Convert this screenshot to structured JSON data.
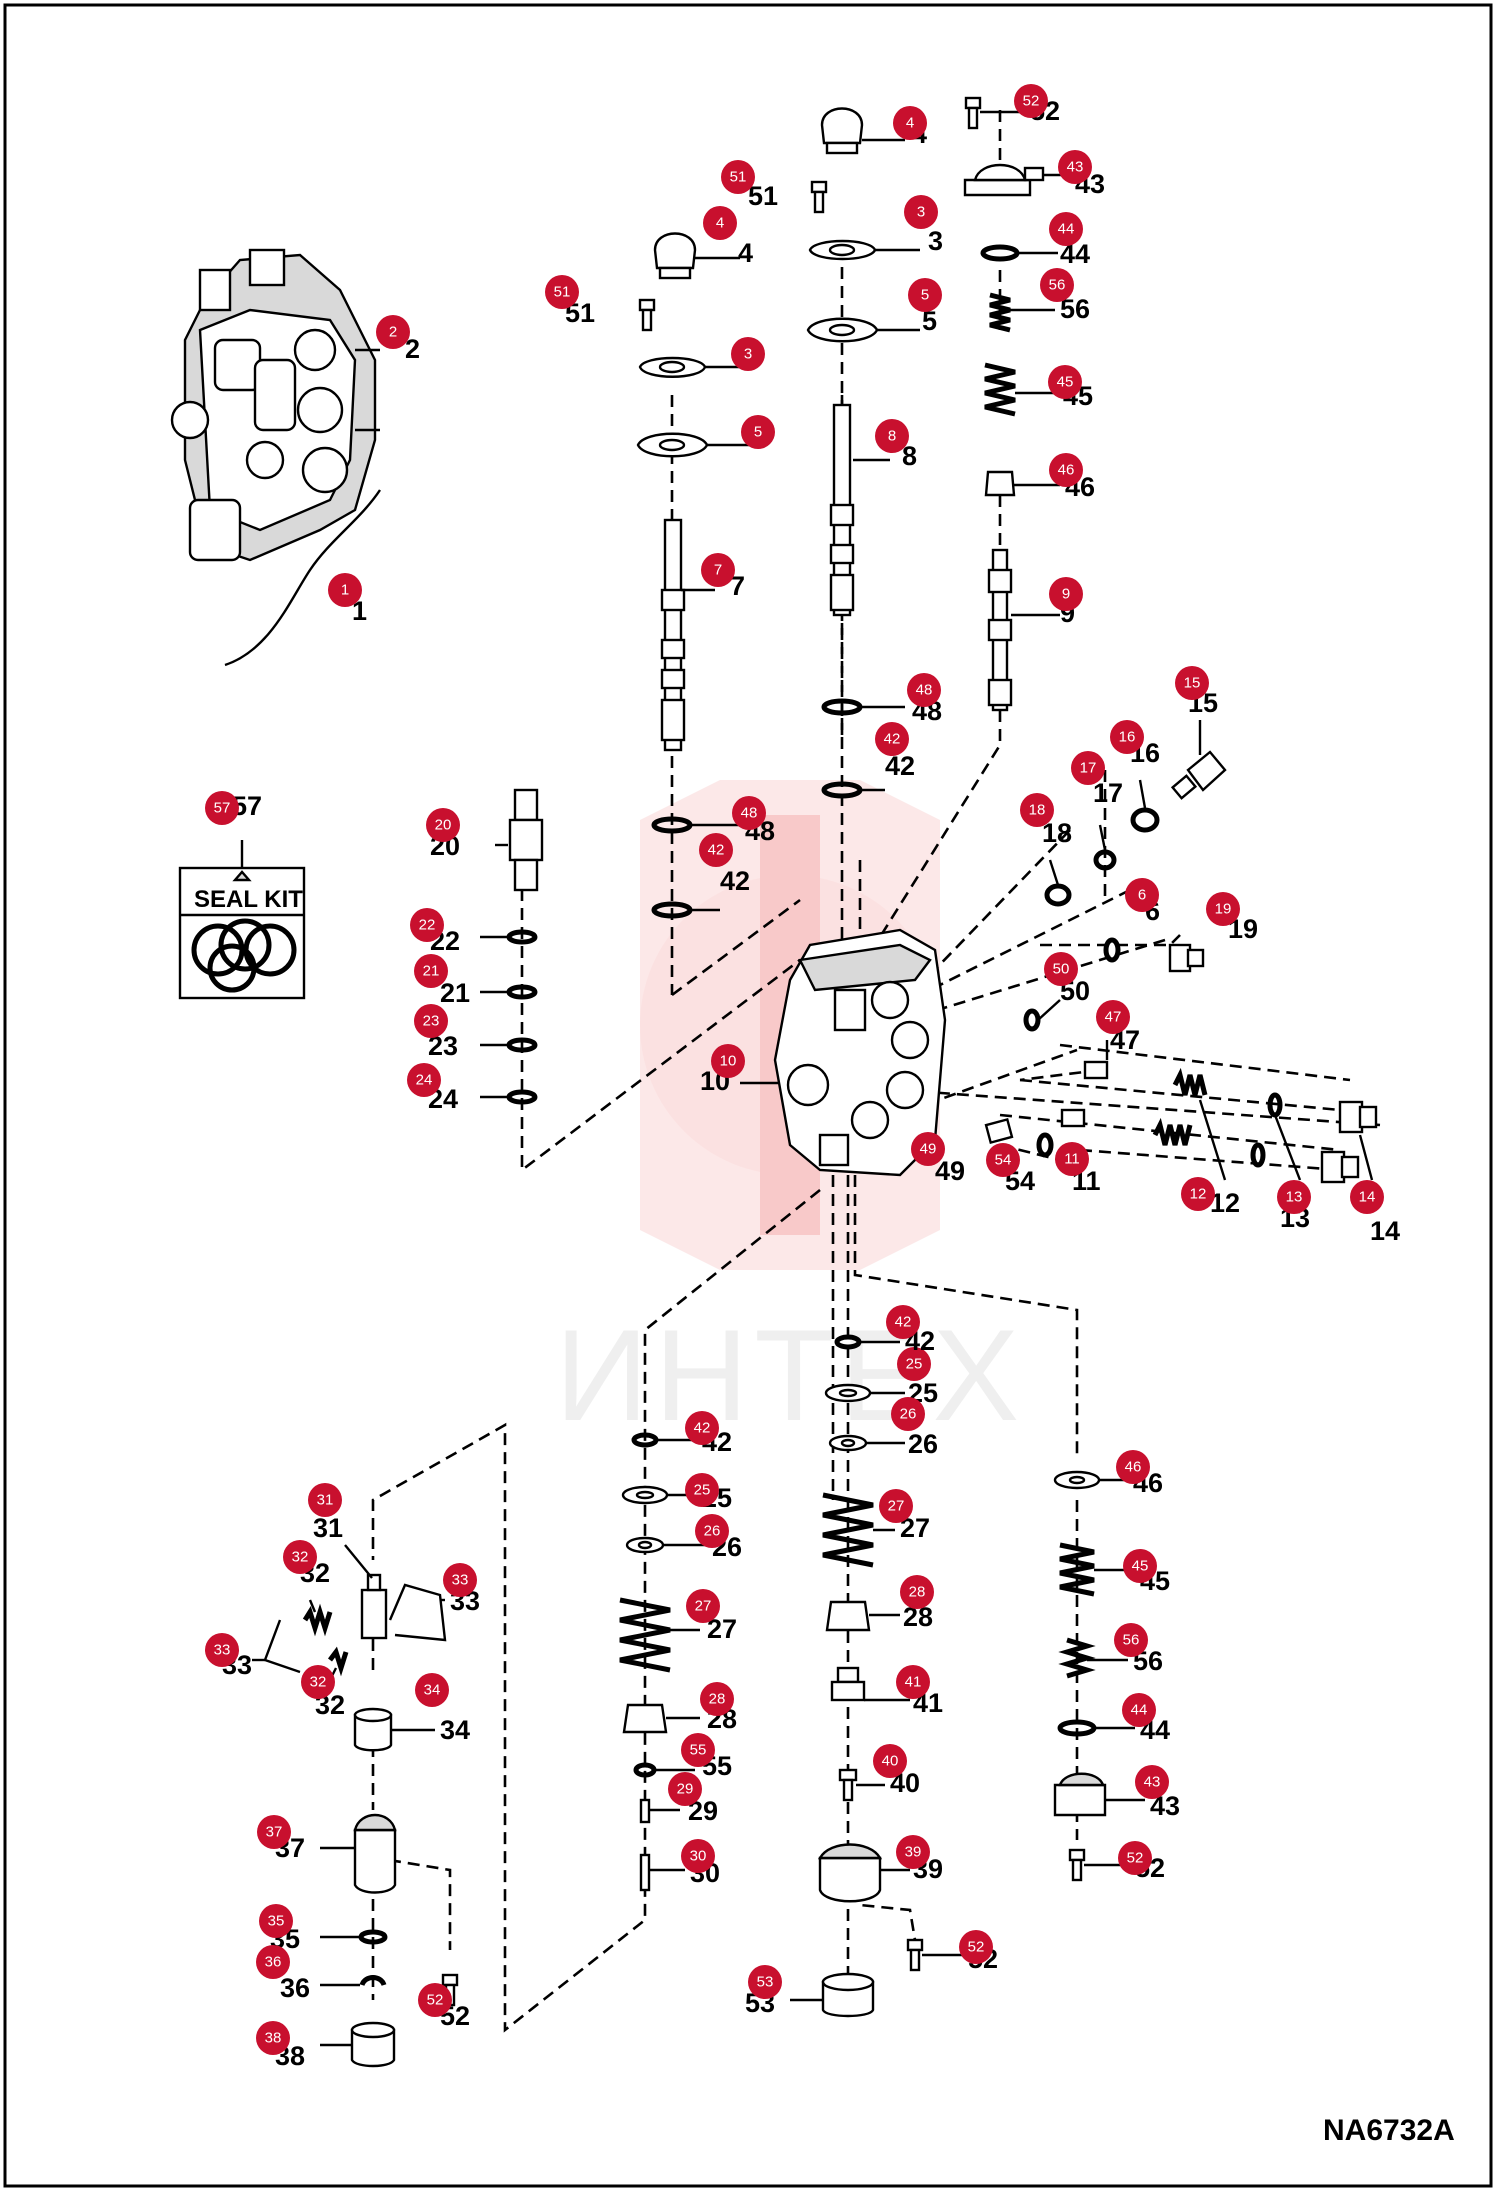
{
  "drawing_code": "NA6732A",
  "watermark": "ИНТЕХ",
  "seal_kit_label": "SEAL KIT",
  "callouts": [
    {
      "id": "c1",
      "num": "1"
    },
    {
      "id": "c2",
      "num": "2"
    },
    {
      "id": "c3a",
      "num": "3"
    },
    {
      "id": "c3b",
      "num": "3"
    },
    {
      "id": "c4a",
      "num": "4"
    },
    {
      "id": "c4b",
      "num": "4"
    },
    {
      "id": "c5a",
      "num": "5"
    },
    {
      "id": "c5b",
      "num": "5"
    },
    {
      "id": "c6",
      "num": "6"
    },
    {
      "id": "c7",
      "num": "7"
    },
    {
      "id": "c8",
      "num": "8"
    },
    {
      "id": "c9",
      "num": "9"
    },
    {
      "id": "c10",
      "num": "10"
    },
    {
      "id": "c11",
      "num": "11"
    },
    {
      "id": "c12",
      "num": "12"
    },
    {
      "id": "c13",
      "num": "13"
    },
    {
      "id": "c14",
      "num": "14"
    },
    {
      "id": "c15",
      "num": "15"
    },
    {
      "id": "c16",
      "num": "16"
    },
    {
      "id": "c17",
      "num": "17"
    },
    {
      "id": "c18",
      "num": "18"
    },
    {
      "id": "c19",
      "num": "19"
    },
    {
      "id": "c20",
      "num": "20"
    },
    {
      "id": "c21",
      "num": "21"
    },
    {
      "id": "c22",
      "num": "22"
    },
    {
      "id": "c23",
      "num": "23"
    },
    {
      "id": "c24",
      "num": "24"
    },
    {
      "id": "c25a",
      "num": "25"
    },
    {
      "id": "c25b",
      "num": "25"
    },
    {
      "id": "c26a",
      "num": "26"
    },
    {
      "id": "c26b",
      "num": "26"
    },
    {
      "id": "c27a",
      "num": "27"
    },
    {
      "id": "c27b",
      "num": "27"
    },
    {
      "id": "c28a",
      "num": "28"
    },
    {
      "id": "c28b",
      "num": "28"
    },
    {
      "id": "c29",
      "num": "29"
    },
    {
      "id": "c30",
      "num": "30"
    },
    {
      "id": "c31",
      "num": "31"
    },
    {
      "id": "c32a",
      "num": "32"
    },
    {
      "id": "c32b",
      "num": "32"
    },
    {
      "id": "c33a",
      "num": "33"
    },
    {
      "id": "c33b",
      "num": "33"
    },
    {
      "id": "c34",
      "num": "34"
    },
    {
      "id": "c35",
      "num": "35"
    },
    {
      "id": "c36",
      "num": "36"
    },
    {
      "id": "c37",
      "num": "37"
    },
    {
      "id": "c38",
      "num": "38"
    },
    {
      "id": "c39",
      "num": "39"
    },
    {
      "id": "c40",
      "num": "40"
    },
    {
      "id": "c41",
      "num": "41"
    },
    {
      "id": "c42a",
      "num": "42"
    },
    {
      "id": "c42b",
      "num": "42"
    },
    {
      "id": "c42c",
      "num": "42"
    },
    {
      "id": "c42d",
      "num": "42"
    },
    {
      "id": "c42e",
      "num": "42"
    },
    {
      "id": "c43a",
      "num": "43"
    },
    {
      "id": "c43b",
      "num": "43"
    },
    {
      "id": "c44a",
      "num": "44"
    },
    {
      "id": "c44b",
      "num": "44"
    },
    {
      "id": "c45a",
      "num": "45"
    },
    {
      "id": "c45b",
      "num": "45"
    },
    {
      "id": "c46a",
      "num": "46"
    },
    {
      "id": "c46b",
      "num": "46"
    },
    {
      "id": "c47",
      "num": "47"
    },
    {
      "id": "c48a",
      "num": "48"
    },
    {
      "id": "c48b",
      "num": "48"
    },
    {
      "id": "c49",
      "num": "49"
    },
    {
      "id": "c50",
      "num": "50"
    },
    {
      "id": "c51a",
      "num": "51"
    },
    {
      "id": "c51b",
      "num": "51"
    },
    {
      "id": "c52a",
      "num": "52"
    },
    {
      "id": "c52b",
      "num": "52"
    },
    {
      "id": "c52c",
      "num": "52"
    },
    {
      "id": "c52d",
      "num": "52"
    },
    {
      "id": "c53",
      "num": "53"
    },
    {
      "id": "c54",
      "num": "54"
    },
    {
      "id": "c55",
      "num": "55"
    },
    {
      "id": "c56a",
      "num": "56"
    },
    {
      "id": "c56b",
      "num": "56"
    },
    {
      "id": "c57",
      "num": "57"
    }
  ]
}
